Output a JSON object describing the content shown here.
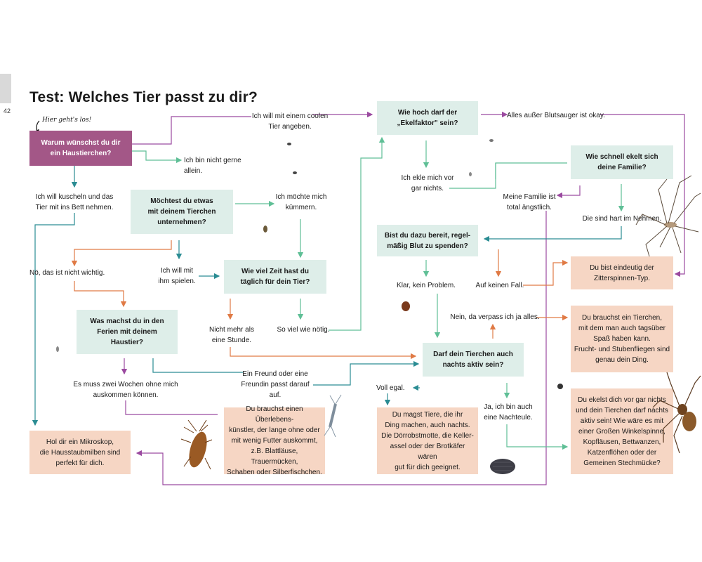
{
  "page_number": "42",
  "title": "Test: Welches Tier passt zu dir?",
  "start_hint": "Hier geht's los!",
  "colors": {
    "question": "#deeee9",
    "result": "#f6d6c4",
    "start": "#a35787",
    "teal": "#2a8c93",
    "orange": "#e07a45",
    "green": "#5fbf96",
    "purple": "#9b4aa0"
  },
  "questions": {
    "q1": "Warum wünschst du dir\nein Haustierchen?",
    "q2": "Möchtest du etwas\nmit deinem Tierchen\nunternehmen?",
    "q3": "Wie viel Zeit hast du\ntäglich für dein Tier?",
    "q4": "Was machst du in den\nFerien mit deinem\nHaustier?",
    "q5": "Wie hoch darf der\n„Ekelfaktor\" sein?",
    "q6": "Wie schnell ekelt sich\ndeine Familie?",
    "q7": "Bist du dazu bereit, regel-\nmäßig Blut zu spenden?",
    "q8": "Darf dein Tierchen auch\nnachts aktiv sein?"
  },
  "answers": {
    "a_cool": "Ich will mit einem coolen\nTier angeben.",
    "a_allein": "Ich bin nicht gerne allein.",
    "a_kuscheln": "Ich will kuscheln und das\nTier mit ins Bett nehmen.",
    "a_kuemmern": "Ich möchte mich\nkümmern.",
    "a_nichtwichtig": "Nö, das ist nicht wichtig.",
    "a_spielen": "Ich will mit\nihm spielen.",
    "a_stunde": "Nicht mehr als\neine Stunde.",
    "a_soviel": "So viel wie nötig.",
    "a_wochen": "Es muss zwei Wochen ohne mich\nauskommen können.",
    "a_freund": "Ein Freund oder eine\nFreundin passt darauf auf.",
    "a_blutsauger": "Alles außer Blutsauger ist okay.",
    "a_ekle": "Ich ekle mich vor\ngar nichts.",
    "a_aengstlich": "Meine Familie ist\ntotal ängstlich.",
    "a_hart": "Die sind hart im Nehmen.",
    "a_klar": "Klar, kein Problem.",
    "a_aufkeinen": "Auf keinen Fall.",
    "a_verpass": "Nein, da verpass ich ja alles.",
    "a_egal": "Voll egal.",
    "a_nachteule": "Ja, ich bin auch\neine Nachteule."
  },
  "results": {
    "r_mikroskop": "Hol dir ein Mikroskop,\ndie Hausstaubmilben sind\nperfekt für dich.",
    "r_ueberleben": "Du brauchst einen Überlebens-\nkünstler, der lange ohne oder\nmit wenig Futter auskommt,\nz.B. Blattläuse, Trauermücken,\nSchaben oder Silberfischchen.",
    "r_doerrobst": "Du magst Tiere, die ihr\nDing machen, auch nachts.\nDie Dörrobstmotte, die Keller-\nassel oder der Brotkäfer wären\ngut für dich geeignet.",
    "r_zitterspinne": "Du bist eindeutig der\nZitterspinnen-Typ.",
    "r_fliegen": "Du brauchst ein Tierchen,\nmit dem man auch tagsüber\nSpaß haben kann.\nFrucht- und Stubenfliegen sind\ngenau dein Ding.",
    "r_winkelspinne": "Du ekelst dich vor gar nichts\nund dein Tierchen darf nachts\naktiv sein! Wie wäre es mit\neiner Großen Winkelspinne,\nKopfläusen, Bettwanzen,\nKatzenflöhen oder der\nGemeinen Stechmücke?"
  }
}
